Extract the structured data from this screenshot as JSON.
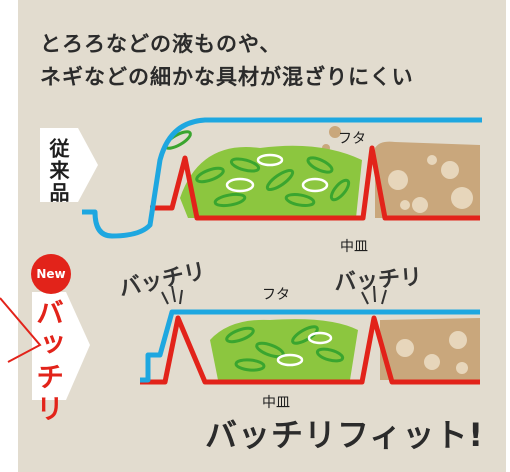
{
  "headline": {
    "line1": "とろろなどの液ものや、",
    "line2": "ネギなどの細かな具材が混ざりにくい"
  },
  "conventional": {
    "label": "従来品",
    "lid_label": "フタ",
    "dish_label": "中皿"
  },
  "new_product": {
    "badge": "New",
    "label": "バッチリ",
    "lid_label": "フタ",
    "dish_label": "中皿",
    "callout_left": "バッチリ",
    "callout_right": "バッチリ"
  },
  "tagline": "バッチリフィット!",
  "colors": {
    "background": "#e2dccf",
    "lid": "#1ea7e0",
    "dish": "#e2231a",
    "onion": "#3aa52f",
    "sauce": "#c9a77c"
  }
}
